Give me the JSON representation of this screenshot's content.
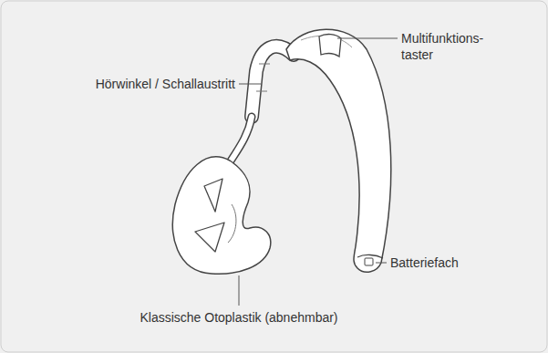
{
  "diagram": {
    "labels": [
      "Hörwinkel / Schallaustritt",
      "Multifunktions- taster",
      "Batteriefach",
      "Klassische Otoplastik (abnehmbar)"
    ]
  }
}
